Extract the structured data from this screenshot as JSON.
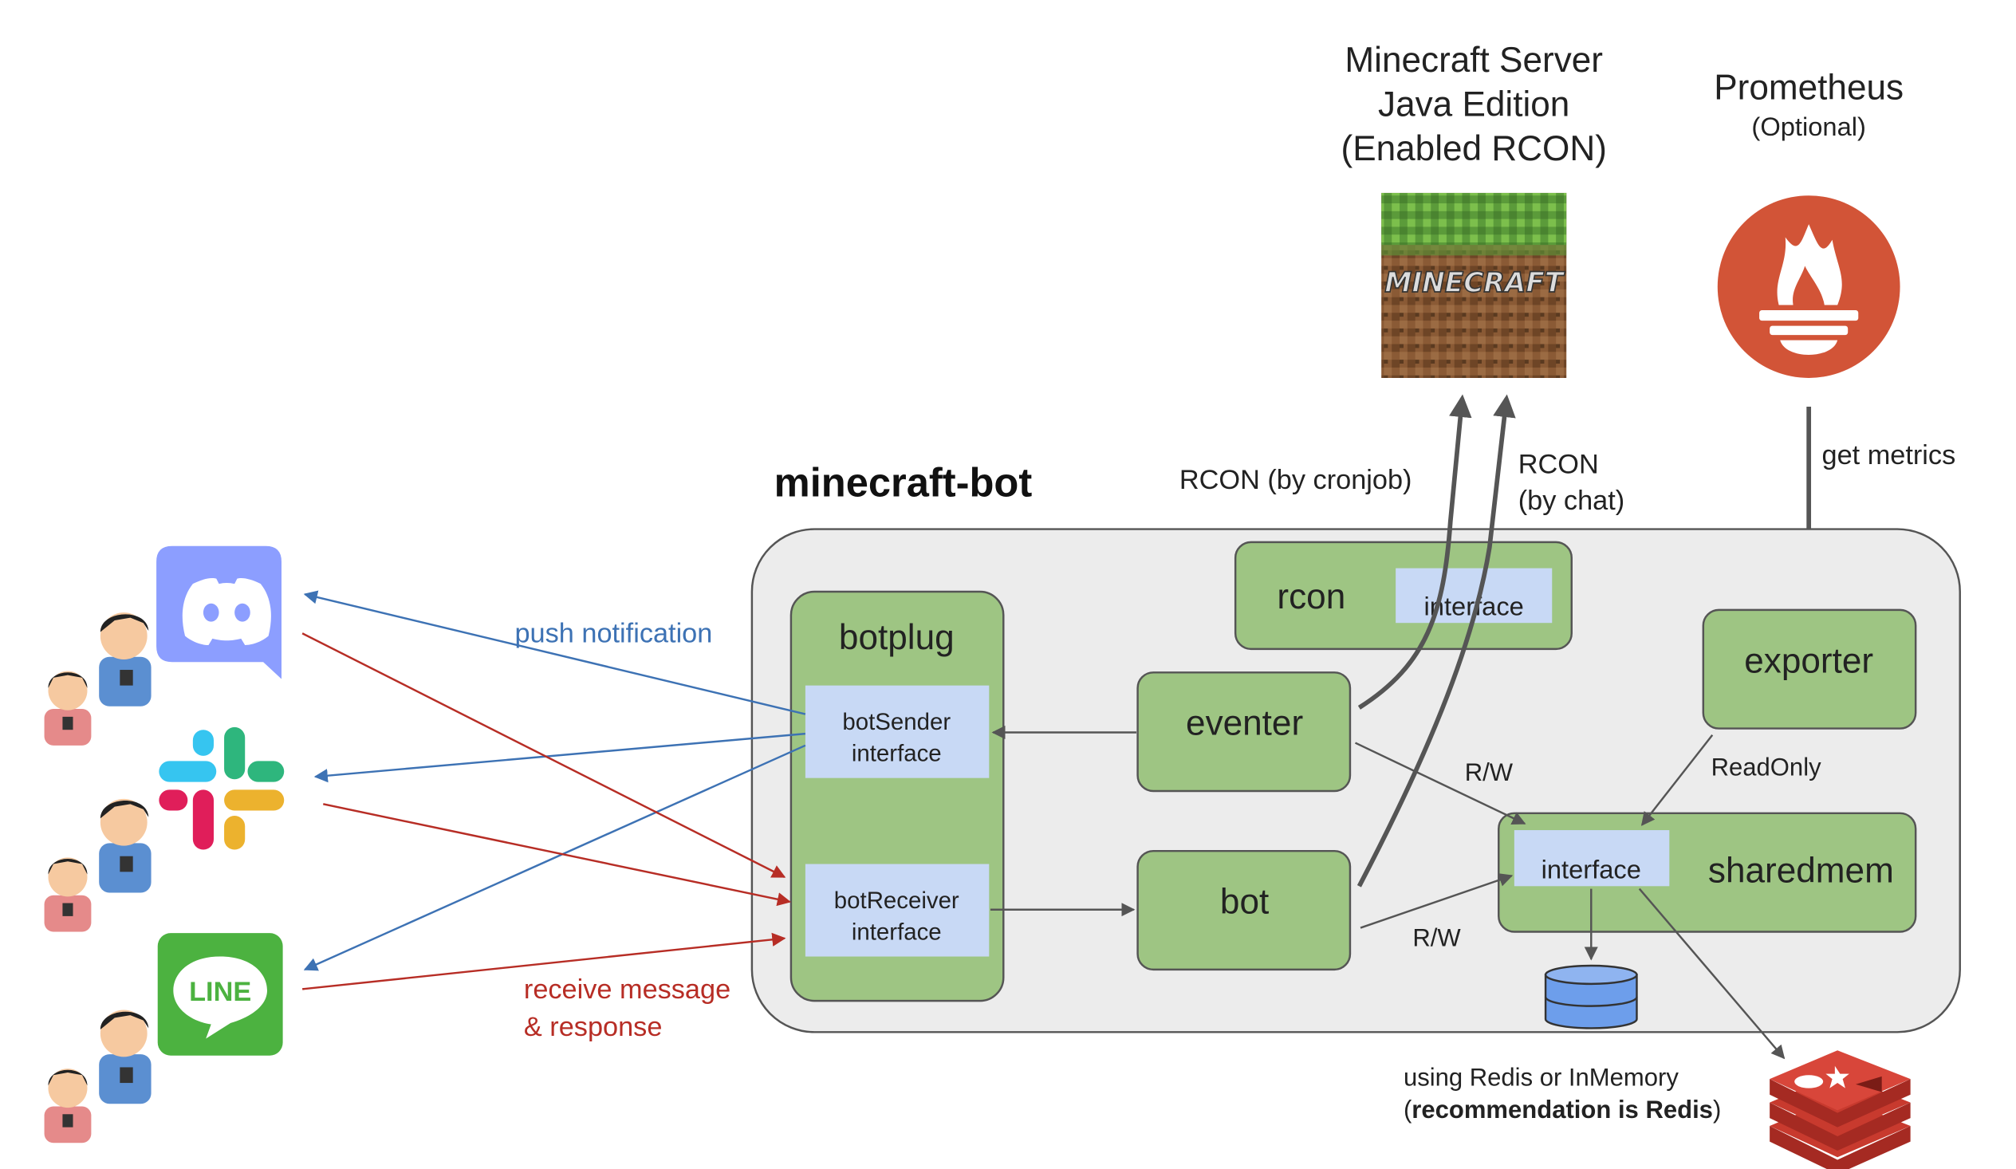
{
  "minecraft": {
    "line1": "Minecraft Server",
    "line2": "Java Edition",
    "line3": "(Enabled RCON)",
    "logo_text": "MINECRAFT"
  },
  "prometheus": {
    "title": "Prometheus",
    "subtitle": "(Optional)"
  },
  "system": {
    "title": "minecraft-bot"
  },
  "components": {
    "botplug": "botplug",
    "botsender_1": "botSender",
    "botsender_2": "interface",
    "botreceiver_1": "botReceiver",
    "botreceiver_2": "interface",
    "rcon": "rcon",
    "rcon_interface": "interface",
    "eventer": "eventer",
    "bot": "bot",
    "exporter": "exporter",
    "sharedmem": "sharedmem",
    "sharedmem_interface": "interface"
  },
  "labels": {
    "rcon_cronjob": "RCON (by cronjob)",
    "rcon_chat_1": "RCON",
    "rcon_chat_2": "(by chat)",
    "get_metrics": "get metrics",
    "readonly": "ReadOnly",
    "rw_eventer": "R/W",
    "rw_bot": "R/W",
    "push_notification": "push notification",
    "receive_1": "receive message",
    "receive_2": "& response",
    "storage_1": "using Redis or InMemory",
    "storage_2_open": "(",
    "storage_2_bold": "recommendation is Redis",
    "storage_2_close": ")",
    "line_logo": "LINE"
  },
  "colors": {
    "box_green": "#9ec583",
    "interface_blue": "#c8d9f5",
    "system_bg": "#ececec",
    "push_blue": "#3d72b4",
    "receive_red": "#b72d25",
    "arrow_gray": "#555555",
    "discord": "#8c9eff",
    "line_green": "#4cb240",
    "prometheus": "#d25437",
    "redis": "#c83a2e"
  }
}
